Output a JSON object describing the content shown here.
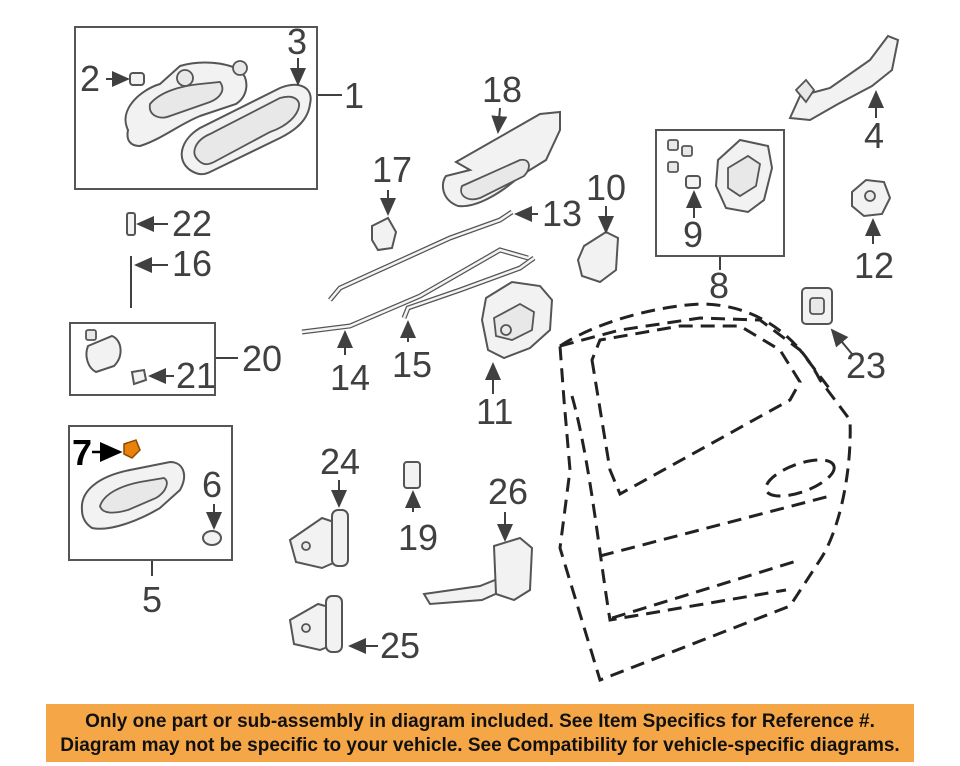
{
  "callouts": {
    "n1": "1",
    "n2": "2",
    "n3": "3",
    "n4": "4",
    "n5": "5",
    "n6": "6",
    "n7": "7",
    "n8": "8",
    "n9": "9",
    "n10": "10",
    "n11": "11",
    "n12": "12",
    "n13": "13",
    "n14": "14",
    "n15": "15",
    "n16": "16",
    "n17": "17",
    "n18": "18",
    "n19": "19",
    "n20": "20",
    "n21": "21",
    "n22": "22",
    "n23": "23",
    "n24": "24",
    "n25": "25",
    "n26": "26"
  },
  "highlight": {
    "part": "7",
    "color": "#e8820c"
  },
  "banner": {
    "line1": "Only one part or sub-assembly in diagram included. See Item Specifics for Reference #.",
    "line2": "Diagram may not be specific to your vehicle. See Compatibility for vehicle-specific diagrams.",
    "background": "#f5a646"
  }
}
